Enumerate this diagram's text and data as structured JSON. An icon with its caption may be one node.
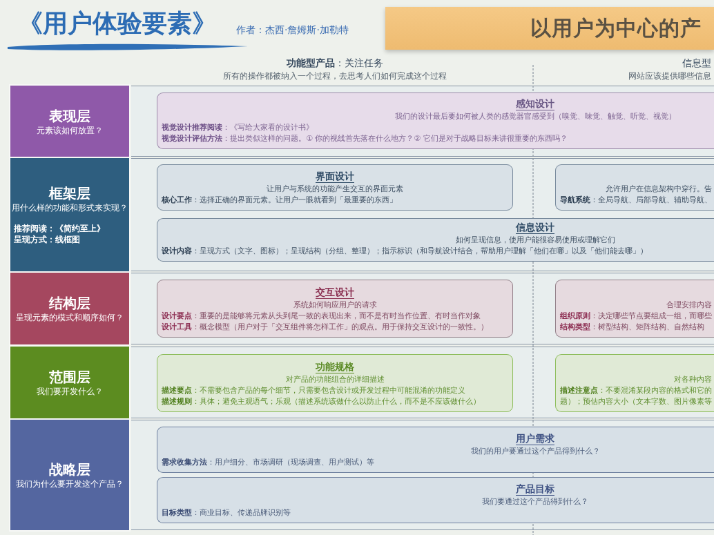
{
  "diagram": {
    "title": "《用户体验要素》",
    "nodes": [
      {
        "text": [
          "以用户为中心的产"
        ]
      },
      {
        "text": [
          "表现层",
          "元素该如何放置？"
        ]
      },
      {
        "text": [
          "感知设计",
          "我们的设计最后要如何被人类的感觉器官感受到（嗅觉、味觉、触觉、听觉、视觉）",
          "**视觉设计推荐阅读**：《写给大家看的设计书》",
          "**视觉设计评估方法**：提出类似这样的问题。① 你的视线首先落在什么地方？② 它们是对于战略目标来讲很重要的东西吗？"
        ]
      },
      {
        "text": [
          "框架层",
          "用什么样的功能和形式来实现？",
          "推荐阅读：《简约至上》",
          "呈现方式：线框图"
        ]
      },
      {
        "text": [
          "界面设计",
          "让用户与系统的功能产生交互的界面元素",
          "**核心工作**：选择正确的界面元素。让用户一眼就看到「最重要的东西」"
        ]
      },
      {
        "text": [
          "允许用户在信息架构中穿行。告",
          "**导航系统**：全局导航、局部导航、辅助导航、"
        ]
      },
      {
        "text": [
          "信息设计",
          "如何呈现信息，使用户能很容易使用或理解它们",
          "**设计内容**：呈现方式（文字、图标）；呈现结构（分组、整理）；指示标识（和导航设计结合，帮助用户理解「他们在哪」以及「他们能去哪」）"
        ]
      },
      {
        "text": [
          "结构层",
          "呈现元素的模式和顺序如何？"
        ]
      },
      {
        "text": [
          "交互设计",
          "系统如何响应用户的请求",
          "**设计要点**：重要的是能够将元素从头到尾一致的表现出来，而不是有时当作位置、有时当作对象",
          "**设计工具**：概念模型（用户对于「交互组件将怎样工作」的观点。用于保持交互设计的一致性。）"
        ]
      },
      {
        "text": [
          "合理安排内容",
          "**组织原则**：决定哪些节点要组成一组，而哪些",
          "**结构类型**：树型结构、矩阵结构、自然结构"
        ]
      },
      {
        "text": [
          "范围层",
          "我们要开发什么？"
        ]
      },
      {
        "text": [
          "功能规格",
          "对产品的功能组合的详细描述",
          "**描述要点**：不需要包含产品的每个细节，只需要包含设计或开发过程中可能混淆的功能定义",
          "**描述规则**：具体；避免主观语气；乐观（描述系统该做什么以防止什么，而不是不应该做什么）"
        ]
      },
      {
        "text": [
          "对各种内容",
          "**描述注意点**：不要混淆某段内容的格式和它的",
          "题）；预估内容大小（文本字数、图片像素等"
        ]
      },
      {
        "text": [
          "战略层",
          "我们为什么要开发这个产品？"
        ]
      },
      {
        "text": [
          "用户需求",
          "我们的用户要通过这个产品得到什么？",
          "**需求收集方法**：用户细分、市场调研（现场调查、用户测试）等"
        ]
      },
      {
        "text": [
          "产品目标",
          "我们要通过这个产品得到什么？",
          "**目标类型**：商业目标、传递品牌识别等"
        ]
      }
    ],
    "labels": [
      "作者：杰西·詹姆斯·加勒特",
      "**功能型产品**：关注任务",
      "所有的操作都被纳入一个过程，去思考人们如何完成这个过程",
      "信息型",
      "网站应该提供哪些信息"
    ]
  }
}
